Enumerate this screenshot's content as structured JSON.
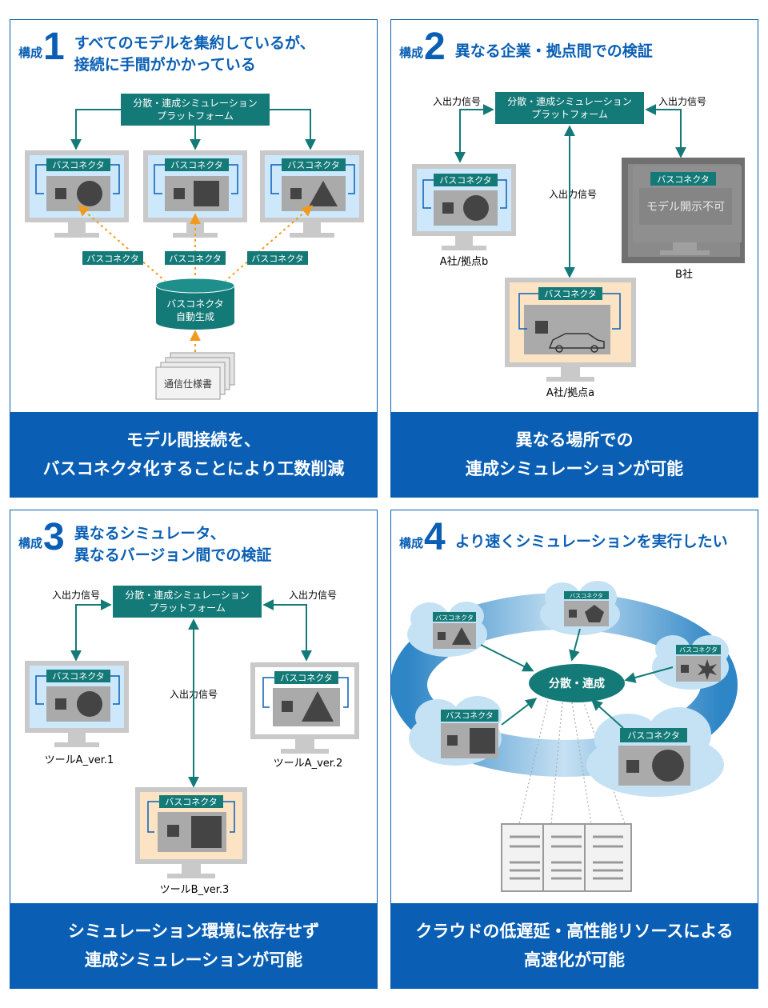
{
  "common": {
    "platform_line1": "分散・連成シミュレーション",
    "platform_line2": "プラットフォーム",
    "bus_connector": "バスコネクタ",
    "io_signal": "入出力信号"
  },
  "panels": [
    {
      "kousei": "構成",
      "number": "1",
      "title": "すべてのモデルを集約しているが、\n接続に手間がかかっている",
      "generator_line1": "バスコネクタ",
      "generator_line2": "自動生成",
      "spec_label": "通信仕様書",
      "footer": "モデル間接続を、\nバスコネクタ化することにより工数削減"
    },
    {
      "kousei": "構成",
      "number": "2",
      "title": "異なる企業・拠点間での検証",
      "label_a_b": "A社/拠点b",
      "label_b": "B社",
      "label_a_a": "A社/拠点a",
      "not_disclosed": "モデル開示不可",
      "footer": "異なる場所での\n連成シミュレーションが可能"
    },
    {
      "kousei": "構成",
      "number": "3",
      "title": "異なるシミュレータ、\n異なるバージョン間での検証",
      "label_tool_a1": "ツールA_ver.1",
      "label_tool_a2": "ツールA_ver.2",
      "label_tool_b3": "ツールB_ver.3",
      "footer": "シミュレーション環境に依存せず\n連成シミュレーションが可能"
    },
    {
      "kousei": "構成",
      "number": "4",
      "title": "より速くシミュレーションを実行したい",
      "hub_label": "分散・連成",
      "footer": "クラウドの低遅延・高性能リソースによる\n高速化が可能"
    }
  ],
  "colors": {
    "brand_blue": "#0a5fb4",
    "teal": "#147a78",
    "orange": "#f09a1e",
    "screen_blue": "#cde8fb",
    "screen_peach": "#fbe3c4",
    "monitor_gray": "#bfbfbf",
    "chip_gray": "#555555",
    "cloud_blue": "#c5e2f5"
  }
}
